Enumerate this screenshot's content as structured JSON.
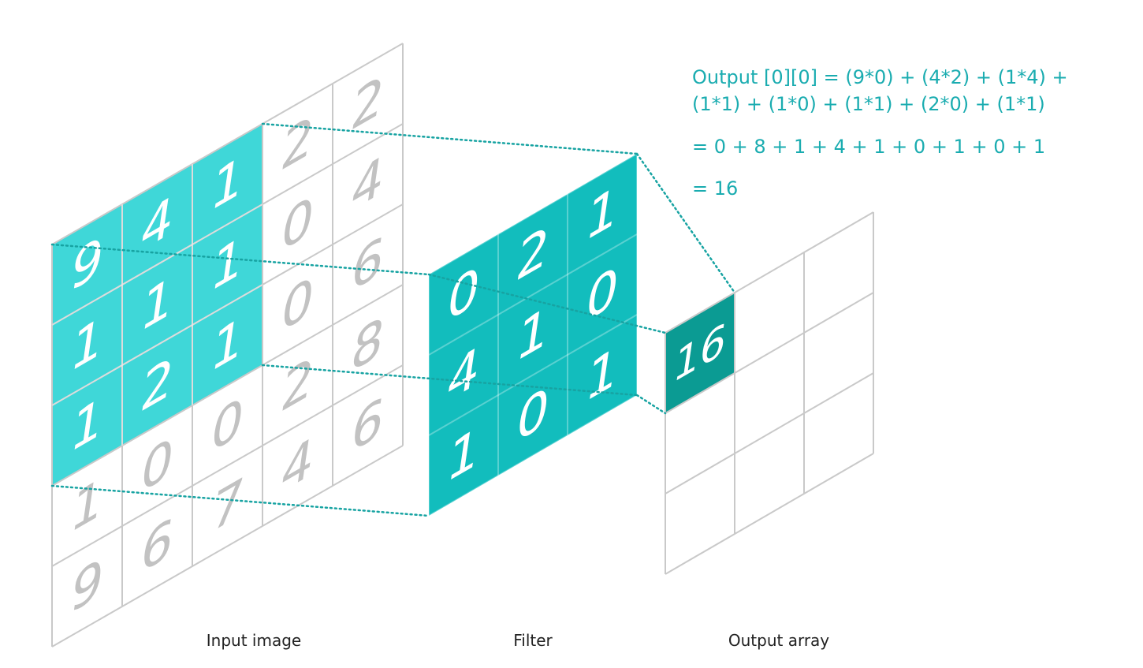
{
  "formula": {
    "line1": "Output [0][0] = (9*0) + (4*2) + (1*4) +",
    "line2": "(1*1) + (1*0) + (1*1) + (2*0) + (1*1)",
    "line3": "= 0 + 8 + 1 + 4 + 1 + 0 + 1 + 0 + 1",
    "line4": "= 16"
  },
  "labels": {
    "input": "Input image",
    "filter": "Filter",
    "output": "Output array"
  },
  "input_grid": [
    [
      "9",
      "4",
      "1",
      "2",
      "2"
    ],
    [
      "1",
      "1",
      "1",
      "0",
      "4"
    ],
    [
      "1",
      "2",
      "1",
      "0",
      "6"
    ],
    [
      "1",
      "0",
      "0",
      "2",
      "8"
    ],
    [
      "9",
      "6",
      "7",
      "4",
      "6"
    ]
  ],
  "filter_grid": [
    [
      "0",
      "2",
      "1"
    ],
    [
      "4",
      "1",
      "0"
    ],
    [
      "1",
      "0",
      "1"
    ]
  ],
  "output_value": "16",
  "colors": {
    "input_highlight": "#3fd7d8",
    "filter_fill": "#12bdbd",
    "output_fill": "#0b9b93",
    "grid_line": "#c9c9c9",
    "faded_digit": "#c2c2c2",
    "accent_text": "#1aacb0",
    "dotted_line": "#17a3a2"
  }
}
